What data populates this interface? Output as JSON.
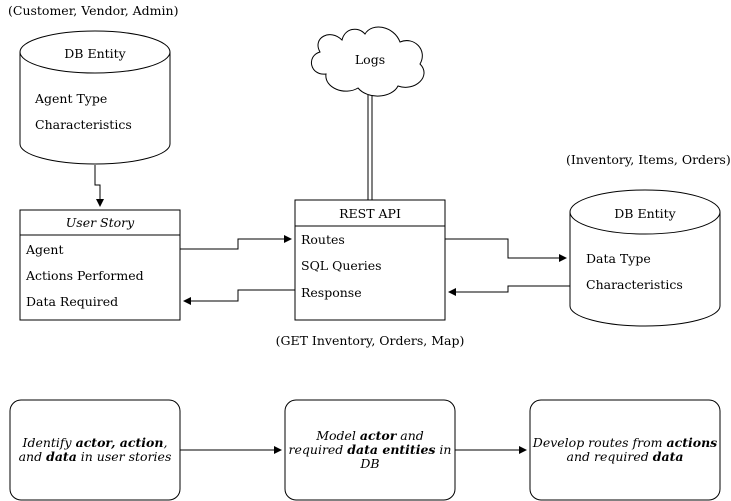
{
  "db_left": {
    "caption": "(Customer, Vendor, Admin)",
    "title": "DB Entity",
    "attrs": [
      "Agent Type",
      "Characteristics"
    ]
  },
  "user_story": {
    "title": "User Story",
    "rows": [
      "Agent",
      "Actions Performed",
      "Data Required"
    ]
  },
  "logs": {
    "label": "Logs"
  },
  "rest_api": {
    "title": "REST API",
    "rows": [
      "Routes",
      "SQL Queries",
      "Response"
    ],
    "caption": "(GET Inventory, Orders, Map)"
  },
  "db_right": {
    "caption": "(Inventory, Items, Orders)",
    "title": "DB Entity",
    "attrs": [
      "Data Type",
      "Characteristics"
    ]
  },
  "flow": [
    {
      "parts": [
        {
          "t": "Identify "
        },
        {
          "t": "actor, action",
          "b": true
        },
        {
          "t": ","
        },
        {
          "br": true
        },
        {
          "t": "and "
        },
        {
          "t": "data",
          "b": true
        },
        {
          "t": " in user stories"
        }
      ]
    },
    {
      "parts": [
        {
          "t": "Model "
        },
        {
          "t": "actor",
          "b": true
        },
        {
          "t": " and"
        },
        {
          "br": true
        },
        {
          "t": "required "
        },
        {
          "t": "data entities",
          "b": true
        },
        {
          "t": " in"
        },
        {
          "br": true
        },
        {
          "t": "DB"
        }
      ]
    },
    {
      "parts": [
        {
          "t": "Develop routes from "
        },
        {
          "t": "actions",
          "b": true
        },
        {
          "br": true
        },
        {
          "t": "and required "
        },
        {
          "t": "data",
          "b": true
        }
      ]
    }
  ]
}
